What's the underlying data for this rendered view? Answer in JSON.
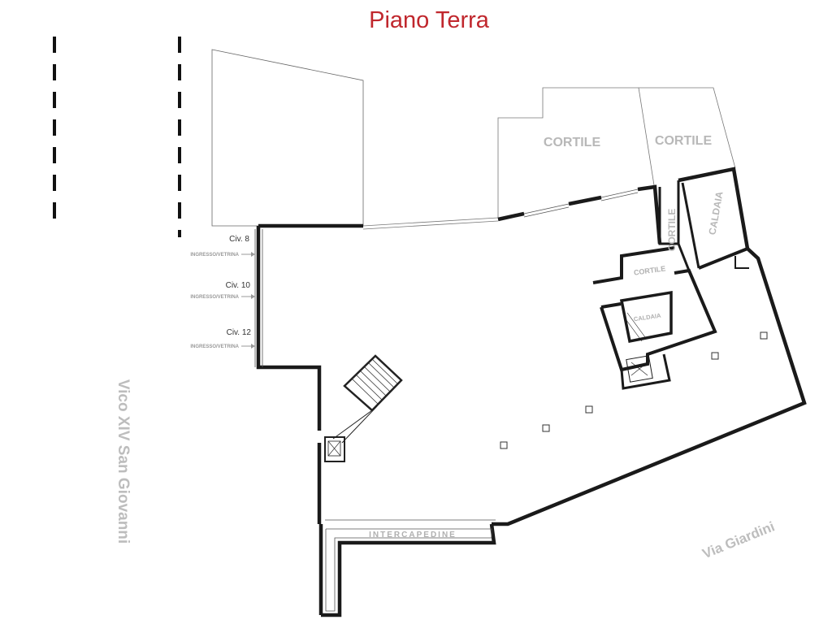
{
  "title": "Piano Terra",
  "colors": {
    "title": "#c0272d",
    "wall": "#1a1a1a",
    "thin_line": "#555555",
    "label_grey": "#b8b8b8",
    "background": "#ffffff"
  },
  "rooms": {
    "cortile_1": "CORTILE",
    "cortile_2": "CORTILE",
    "cortile_vertical": "CORTILE",
    "cortile_small": "CORTILE",
    "caldaia_vertical": "CALDAIA",
    "caldaia_small": "CALDAIA",
    "intercapedine": "INTERCAPEDINE"
  },
  "entrances": [
    {
      "civ": "Civ. 8",
      "label": "INGRESSO/VETRINA"
    },
    {
      "civ": "Civ. 10",
      "label": "INGRESSO/VETRINA"
    },
    {
      "civ": "Civ. 12",
      "label": "INGRESSO/VETRINA"
    }
  ],
  "streets": {
    "west": "Vico XIV San Giovanni",
    "south_east": "Via Giardini"
  }
}
